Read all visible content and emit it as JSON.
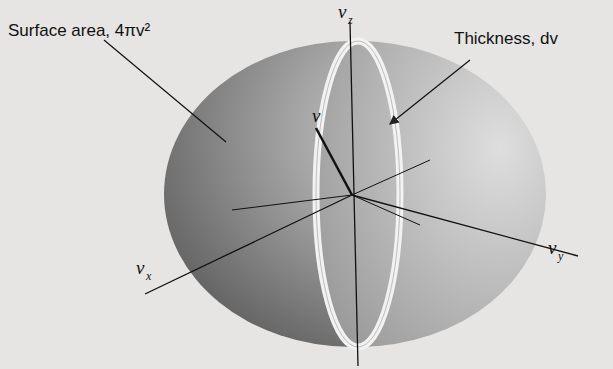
{
  "diagram": {
    "labels": [
      "Surface area, 4πv²",
      "Thickness, dv",
      "v",
      "z",
      "v",
      "x",
      "v",
      "y",
      "v"
    ]
  }
}
